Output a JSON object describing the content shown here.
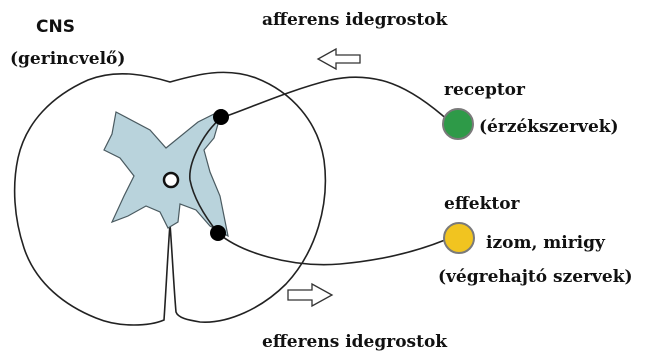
{
  "diagram": {
    "cns_label": "CNS",
    "cns_sub_label": "(gerincvelő)",
    "afferent_label": "afferens idegrostok",
    "efferent_label": "efferens idegrostok",
    "receptor_label": "receptor",
    "receptor_sub_label": "(érzékszervek)",
    "effector_label": "effektor",
    "effector_sub_label_1": "izom, mirigy",
    "effector_sub_label_2": "(végrehajtó szervek)"
  },
  "colors": {
    "gray_matter": "#b9d3dc",
    "receptor": "#2e9a48",
    "effector": "#f1c420",
    "outline": "#222222",
    "node": "#000000"
  }
}
